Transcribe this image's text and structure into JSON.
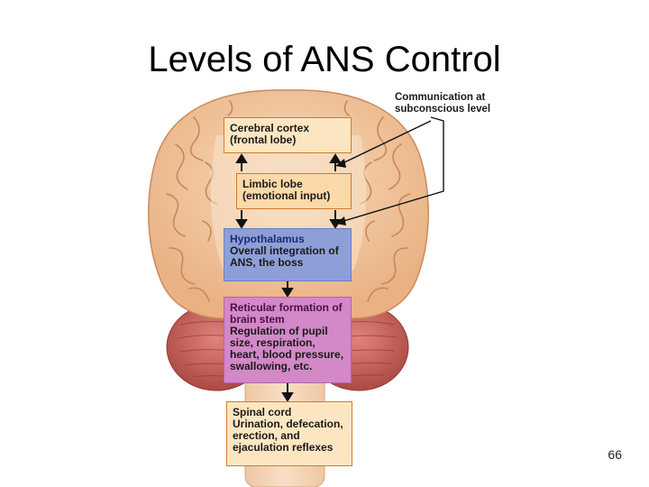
{
  "slide": {
    "title": "Levels of ANS Control",
    "page_number": "66"
  },
  "diagram": {
    "callout": "Communication at subconscious level",
    "boxes": {
      "cerebral_cortex": {
        "head": "Cerebral cortex",
        "body": "(frontal lobe)"
      },
      "limbic_lobe": {
        "head": "Limbic lobe",
        "body": "(emotional input)"
      },
      "hypothalamus": {
        "head": "Hypothalamus",
        "body": "Overall integration of ANS, the boss"
      },
      "reticular_formation": {
        "head": "Reticular formation of brain stem",
        "body": "Regulation of pupil size, respiration, heart, blood pressure, swallowing, etc."
      },
      "spinal_cord": {
        "head": "Spinal cord",
        "body": "Urination, defecation, erection, and ejaculation reflexes"
      }
    },
    "colors": {
      "brain_tissue": "#f3c9a0",
      "brain_fold_shadow": "#d89a6a",
      "cerebellum": "#c9605c",
      "hypothalamus_box": "#8e9fd8",
      "reticular_box": "#d388c8",
      "cortex_box": "#fce6c2"
    }
  }
}
